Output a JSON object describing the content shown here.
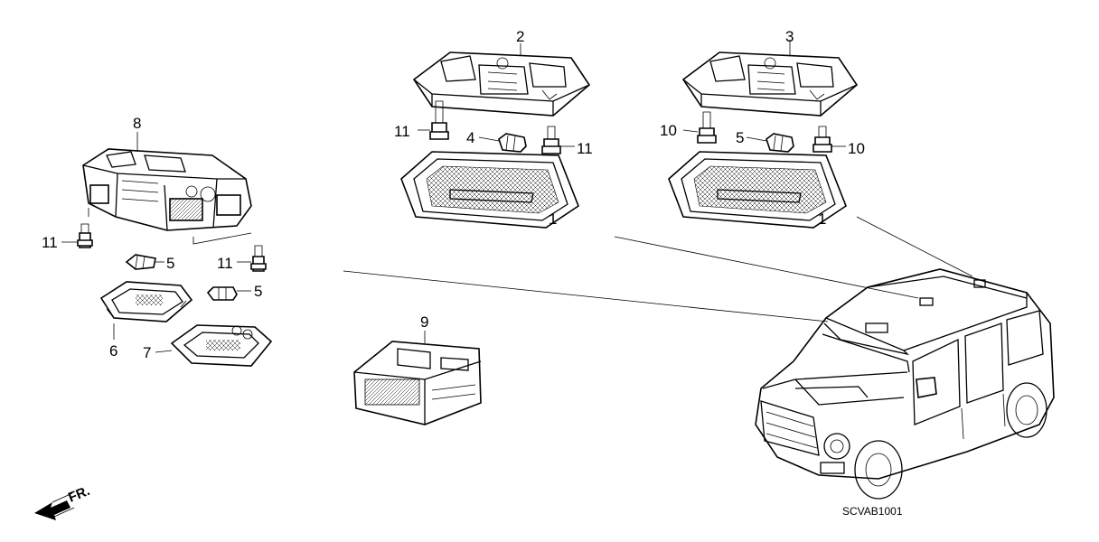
{
  "callouts": {
    "c1a": "1",
    "c1b": "1",
    "c2": "2",
    "c3": "3",
    "c4": "4",
    "c5a": "5",
    "c5b": "5",
    "c5c": "5",
    "c6": "6",
    "c7": "7",
    "c8": "8",
    "c9": "9",
    "c10a": "10",
    "c10b": "10",
    "c11a": "11",
    "c11b": "11",
    "c11c": "11",
    "c11d": "11"
  },
  "direction": {
    "label": "FR."
  },
  "diagram_code": "SCVAB1001"
}
